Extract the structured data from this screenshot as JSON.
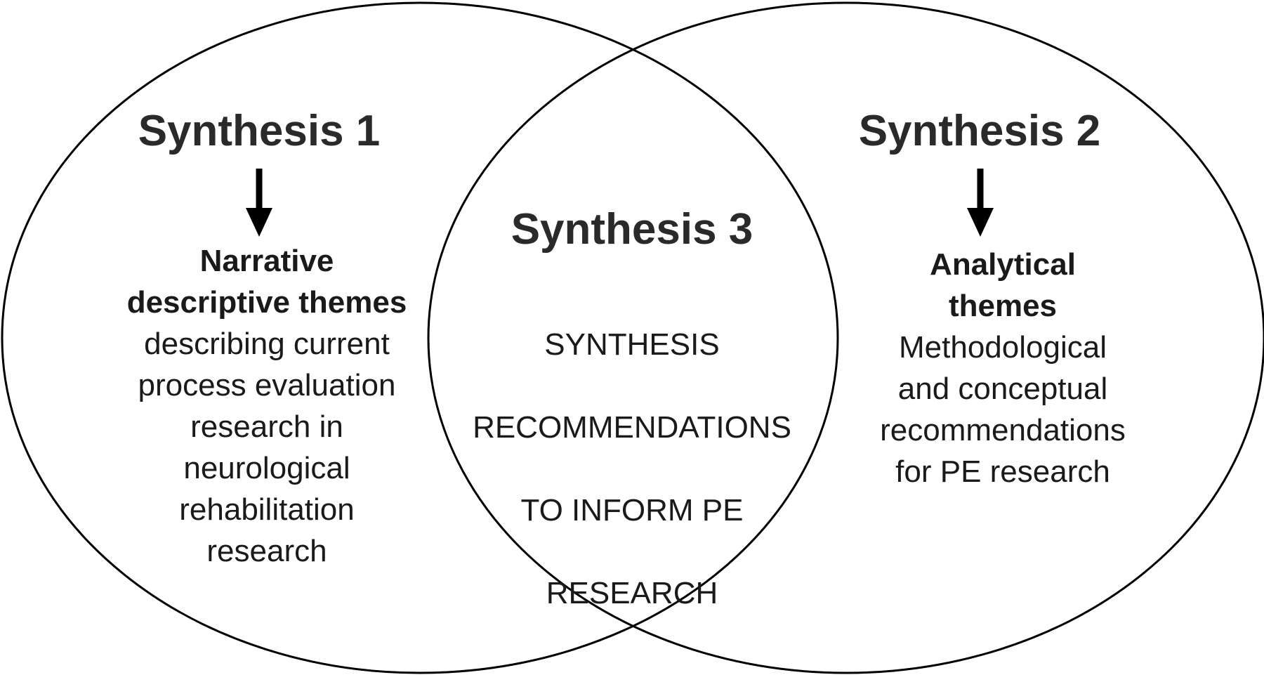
{
  "synthesis1": {
    "title": "Synthesis 1",
    "theme_heading_lines": [
      "Narrative",
      "descriptive themes"
    ],
    "description_lines": [
      "describing current",
      "process evaluation",
      "research in",
      "neurological",
      "rehabilitation",
      "research"
    ]
  },
  "synthesis2": {
    "title": "Synthesis 2",
    "theme_heading_lines": [
      "Analytical",
      "themes"
    ],
    "description_lines": [
      "Methodological",
      "and conceptual",
      "recommendations",
      "for PE research"
    ]
  },
  "synthesis3": {
    "title": "Synthesis 3",
    "description_lines": [
      "SYNTHESIS",
      "RECOMMENDATIONS",
      "TO INFORM PE",
      "RESEARCH"
    ]
  },
  "colors": {
    "stroke": "#000000",
    "text": "#1a1a1a",
    "title": "#2a2a2a"
  }
}
